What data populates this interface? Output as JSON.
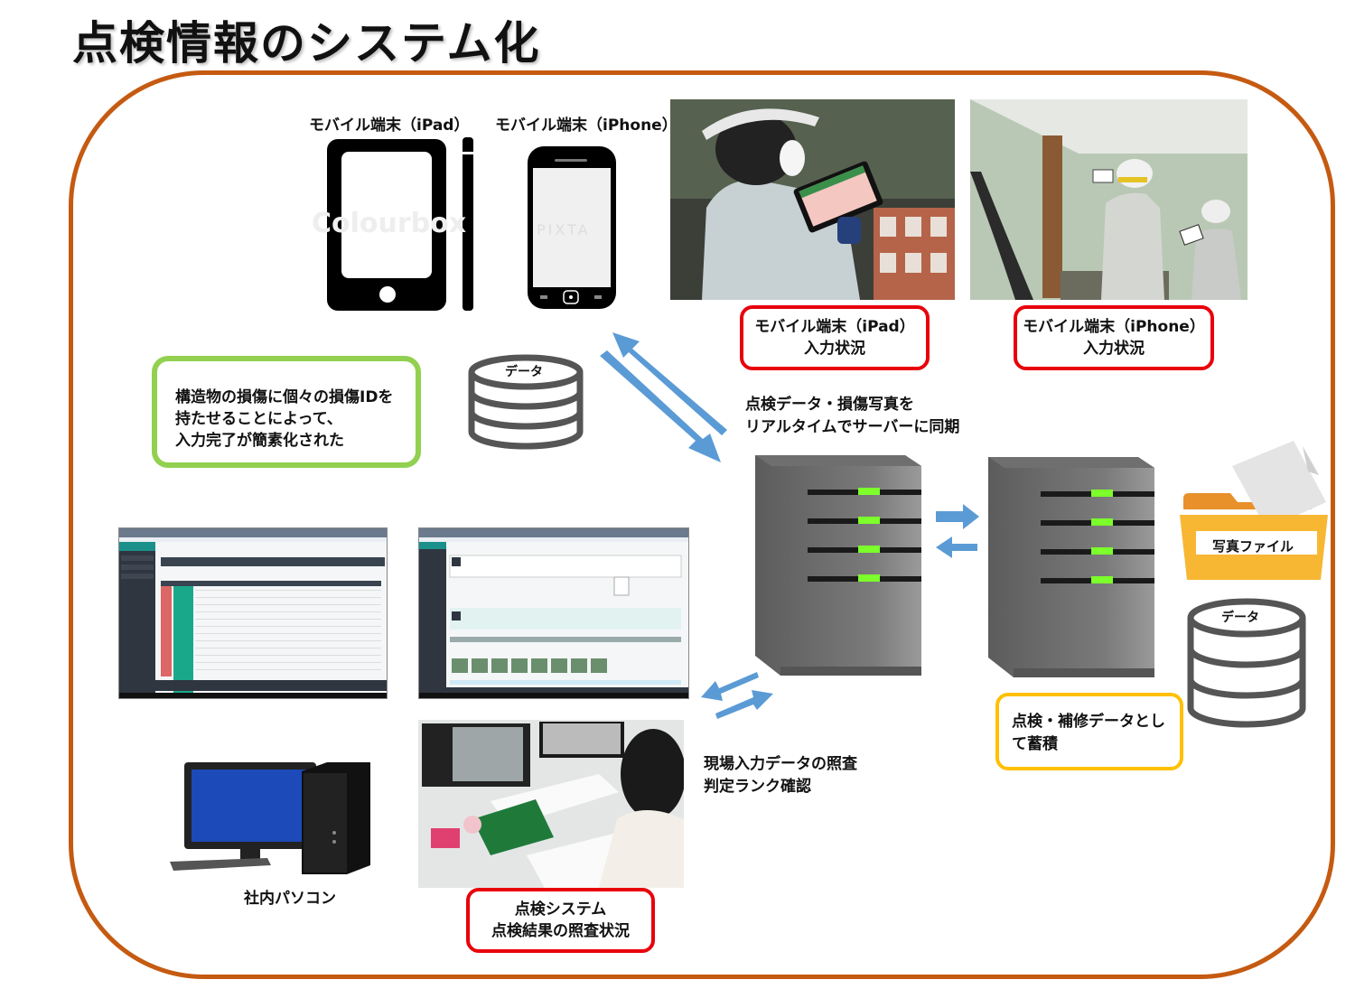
{
  "title": "点検情報のシステム化",
  "colors": {
    "frame": "#c55a11",
    "callout_red": "#e8000b",
    "callout_green": "#92d050",
    "callout_yellow": "#ffc000",
    "arrow_blue": "#5b9bd5",
    "server_led": "#7cff2a",
    "folder": "#f7b733"
  },
  "devices": {
    "ipad_label": "モバイル端末（iPad）",
    "iphone_label": "モバイル端末（iPhone）",
    "watermark_left": "Colourbox",
    "watermark_right": "PIXTA"
  },
  "photos": {
    "ipad_caption_line1": "モバイル端末（iPad）",
    "ipad_caption_line2": "入力状況",
    "iphone_caption_line1": "モバイル端末（iPhone）",
    "iphone_caption_line2": "入力状況"
  },
  "sync_text": {
    "line1": "点検データ・損傷写真を",
    "line2": "リアルタイムでサーバーに同期"
  },
  "green_note": {
    "line1": "構造物の損傷に個々の損傷IDを",
    "line2": "持たせることによって、",
    "line3": "入力完了が簡素化された"
  },
  "database_left": {
    "label": "データ"
  },
  "database_right": {
    "label": "データ"
  },
  "photo_folder": {
    "label": "写真ファイル"
  },
  "storage_note": {
    "line1": "点検・補修データとし",
    "line2": "て蓄積"
  },
  "review_text": {
    "line1": "現場入力データの照査",
    "line2": "判定ランク確認"
  },
  "office_pc": {
    "label": "社内パソコン"
  },
  "system_caption": {
    "line1": "点検システム",
    "line2": "点検結果の照査状況"
  }
}
